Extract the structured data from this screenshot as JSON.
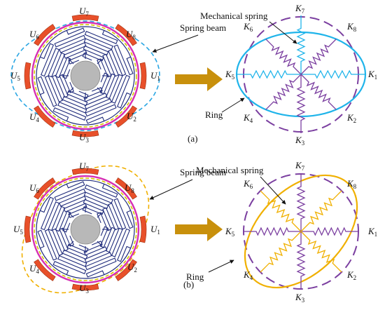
{
  "panels": [
    {
      "id": "a",
      "caption": "(a)",
      "spring_beam_label": "Spring beam",
      "mech_spring_label": "Mechanical spring",
      "ring_label": "Ring",
      "electrodes": [
        "U1",
        "U2",
        "U3",
        "U4",
        "U5",
        "U6",
        "U7",
        "U8"
      ],
      "springs": [
        "K1",
        "K2",
        "K3",
        "K4",
        "K5",
        "K6",
        "K7",
        "K8"
      ],
      "dashed_color": "#2aa6e3",
      "ring_color": "#1fb4ea",
      "spring_color_main": "#7b3fa0",
      "spring_color_alt": "#1fb4ea"
    },
    {
      "id": "b",
      "caption": "(b)",
      "spring_beam_label": "Spring beam",
      "mech_spring_label": "Mechanical spring",
      "ring_label": "Ring",
      "electrodes": [
        "U1",
        "U2",
        "U3",
        "U4",
        "U5",
        "U6",
        "U7",
        "U8"
      ],
      "springs": [
        "K1",
        "K2",
        "K3",
        "K4",
        "K5",
        "K6",
        "K7",
        "K8"
      ],
      "dashed_color": "#f0b000",
      "ring_color": "#f0b000",
      "spring_color_main": "#7b3fa0",
      "spring_color_alt": "#f0b000"
    }
  ],
  "colors": {
    "electrode": "#e8502a",
    "ring_magenta": "#d62fb4",
    "ring_yellow": "#d4c700",
    "structure": "#1e2a7a",
    "hub": "#b8b8b8",
    "arrow": "#c8900c",
    "dashed_circle": "#7b3fa0"
  }
}
